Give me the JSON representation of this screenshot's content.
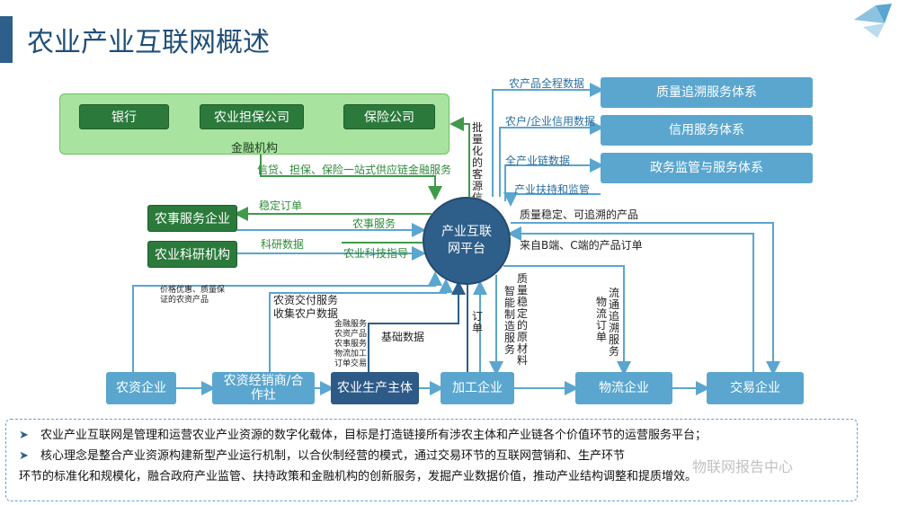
{
  "title": "农业产业互联网概述",
  "finance": {
    "boxes": [
      "银行",
      "农业担保公司",
      "保险公司"
    ],
    "group_label": "金融机构"
  },
  "hub_label": [
    "产业互联",
    "网平台"
  ],
  "left_boxes": [
    "农事服务企业",
    "农业科研机构"
  ],
  "right_boxes": [
    "质量追溯服务体系",
    "信用服务体系",
    "政务监管与服务体系"
  ],
  "bottom_boxes": [
    "农资企业",
    "农资经销商/合作社",
    "农业生产主体",
    "加工企业",
    "物流企业",
    "交易企业"
  ],
  "labels": {
    "supply_chain_finance": "信贷、担保、保险一站式供应链金融服务",
    "credit_data_v": "批量化的客源信用数据",
    "stable_order": "稳定订单",
    "research_data": "科研数据",
    "farm_service": "农事服务",
    "tech_guidance": "农业科技指导",
    "full_process_data": "农产品全程数据",
    "credit_data": "农户/企业信用数据",
    "chain_data": "全产业链数据",
    "support_supervision": "产业扶持和监管",
    "traceable_products": "质量稳定、可追溯的产品",
    "bc_orders": "来自B端、C端的产品订单",
    "price_benefit": "价格优惠、质量保证的农资产品",
    "delivery_service": "农资交付服务",
    "collect_data": "收集农户数据",
    "producer_services": [
      "金融服务",
      "农资产品",
      "农事服务",
      "物流加工",
      "订单交易"
    ],
    "basic_data": "基础数据",
    "order_v": "订单",
    "materials_v": "质量稳定的原材料",
    "smart_mfg_v": "智能制造服务",
    "logistics_v": "流通追溯服务",
    "logistics_order_v": "物流订单"
  },
  "bullets": [
    "农业产业互联网是管理和运营农业产业资源的数字化载体，目标是打造链接所有涉农主体和产业链各个价值环节的运营服务平台；",
    "核心理念是整合产业资源构建新型产业运行机制，以合伙制经营的模式，通过交易环节的互联网营销和、生产环节",
    "环节的标准化和规模化，融合政府产业监管、扶持政策和金融机构的创新服务，发掘产业数据价值，推动产业结构调整和提质增效。"
  ],
  "watermark": "物联网报告中心",
  "colors": {
    "title": "#1f4e79",
    "green_box": "#2b7a3b",
    "green_panel": "#a9e3a0",
    "blue_box": "#5aa6cf",
    "dark_box": "#2d5a87",
    "hub": "#2e5f8a"
  }
}
